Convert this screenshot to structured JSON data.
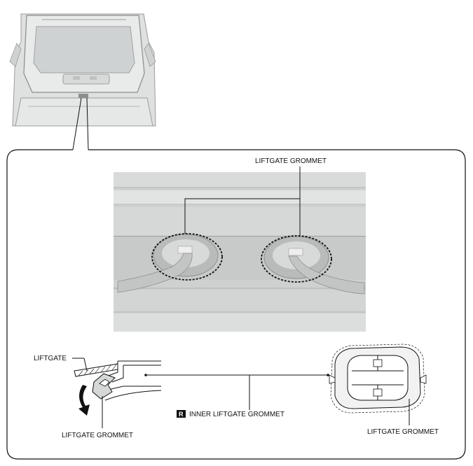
{
  "labels": {
    "top_grommet": "LIFTGATE GROMMET",
    "liftgate": "LIFTGATE",
    "section_grommet": "LIFTGATE GROMMET",
    "inner_grommet": "INNER LIFTGATE GROMMET",
    "detail_grommet": "LIFTGATE GROMMET"
  },
  "badge": {
    "letter": "R"
  },
  "colors": {
    "line": "#111111",
    "vehicle": "#d4d6d6",
    "photo_bg": "#cfd1d1"
  }
}
